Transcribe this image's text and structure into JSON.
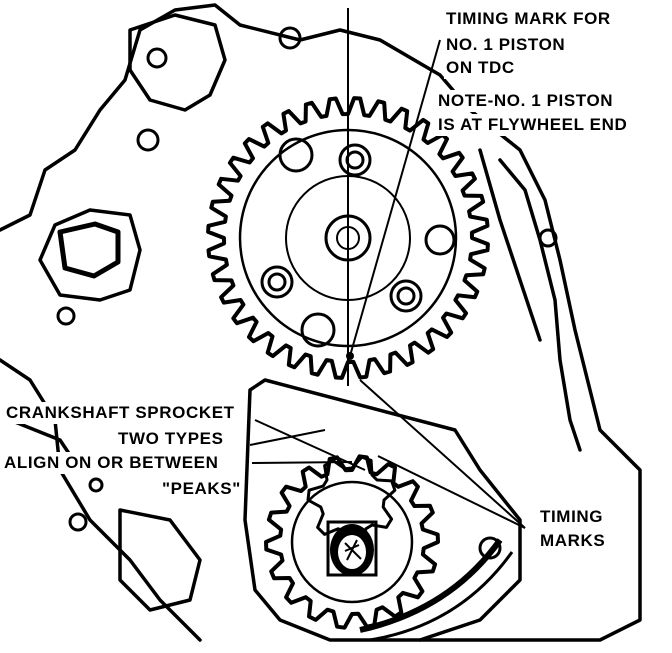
{
  "labels": {
    "timing_mark_line1": "TIMING MARK FOR",
    "timing_mark_line2": "NO. 1 PISTON",
    "timing_mark_line3": "ON TDC",
    "note_line1": "NOTE-NO. 1 PISTON",
    "note_line2": "IS AT FLYWHEEL END",
    "crank_line1": "CRANKSHAFT SPROCKET",
    "crank_line2": "TWO TYPES",
    "crank_line3": "ALIGN ON OR BETWEEN",
    "crank_line4": "\"PEAKS\"",
    "timing_marks_line1": "TIMING",
    "timing_marks_line2": "MARKS"
  },
  "colors": {
    "ink": "#000000",
    "paper": "#ffffff"
  }
}
